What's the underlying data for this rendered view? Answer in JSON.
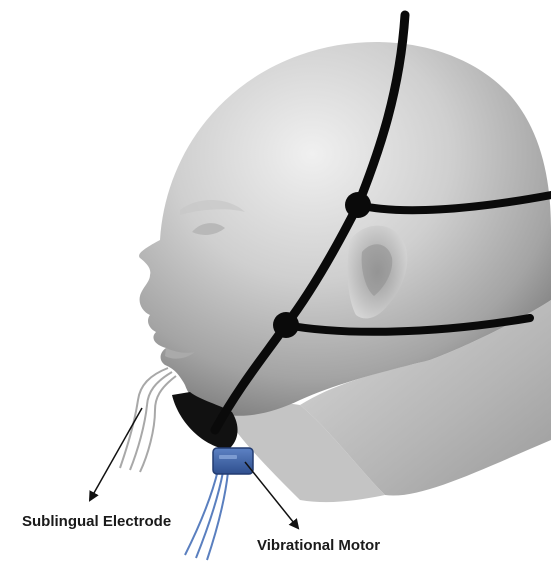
{
  "labels": {
    "sublingual_electrode": "Sublingual Electrode",
    "vibrational_motor": "Vibrational Motor"
  },
  "colors": {
    "head_light": "#eeeeee",
    "head_mid": "#bdbdbd",
    "head_dark": "#7d7d7d",
    "strap": "#0a0a0a",
    "chin_cup": "#111111",
    "motor_body": "#3f63a8",
    "motor_wire": "#5a7fbf",
    "electrode_wire": "#a8a8a8",
    "annotation_arrow": "#111111"
  },
  "components": [
    "head-model",
    "head-strap",
    "chin-cup",
    "sublingual-electrode-wires",
    "vibrational-motor"
  ]
}
